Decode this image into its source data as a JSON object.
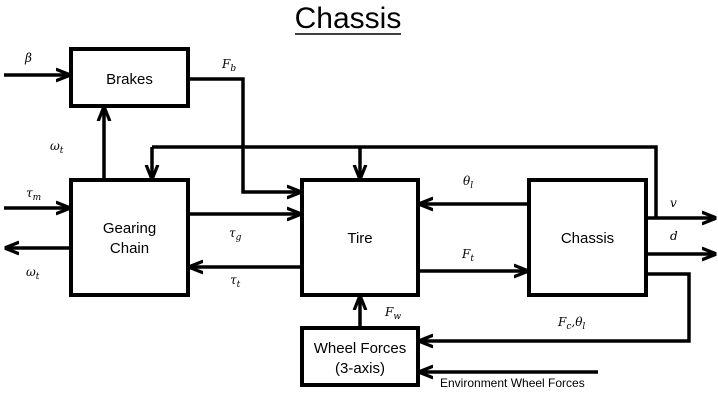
{
  "title": "Chassis",
  "colors": {
    "ink": "#000000",
    "background": "#ffffff"
  },
  "blocks": {
    "brakes": "Brakes",
    "gearing_line1": "Gearing",
    "gearing_line2": "Chain",
    "tire": "Tire",
    "chassis": "Chassis",
    "wheel_forces_line1": "Wheel Forces",
    "wheel_forces_line2": "(3-axis)"
  },
  "signals": {
    "beta": {
      "base": "β",
      "sub": ""
    },
    "omega_t_top": {
      "base": "ω",
      "sub": "t"
    },
    "tau_m": {
      "base": "τ",
      "sub": "m"
    },
    "omega_t_bottom": {
      "base": "ω",
      "sub": "t"
    },
    "F_b": {
      "base": "F",
      "sub": "b"
    },
    "tau_g": {
      "base": "τ",
      "sub": "g"
    },
    "tau_t": {
      "base": "τ",
      "sub": "t"
    },
    "theta_l": {
      "base": "θ",
      "sub": "l"
    },
    "F_t": {
      "base": "F",
      "sub": "t"
    },
    "v": {
      "base": "v",
      "sub": ""
    },
    "d": {
      "base": "d",
      "sub": ""
    },
    "F_w": {
      "base": "F",
      "sub": "w"
    },
    "Fc_theta_l": {
      "base": "F",
      "sub": "c",
      "mid": ",θ",
      "sub2": "l"
    }
  },
  "environment_label": "Environment Wheel Forces"
}
